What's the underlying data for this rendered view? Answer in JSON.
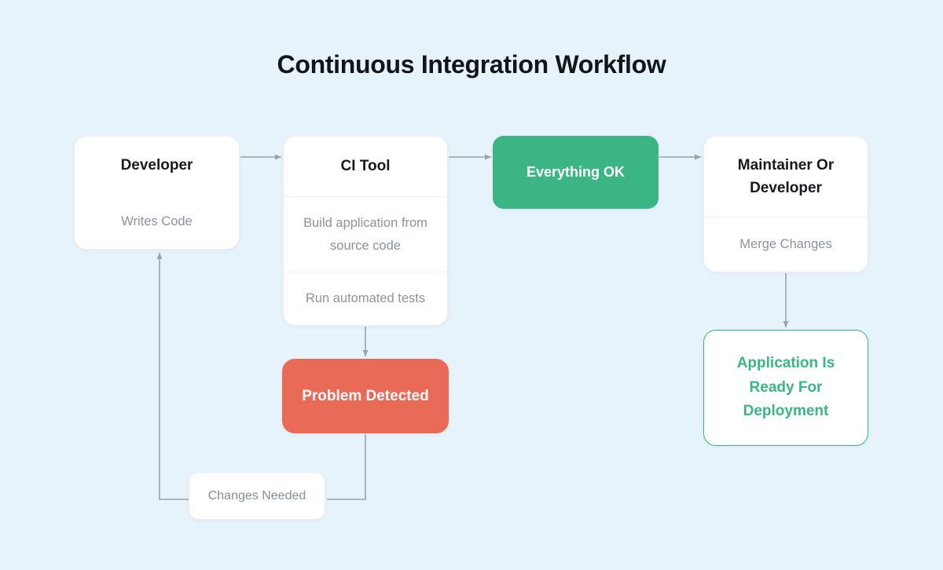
{
  "title": "Continuous Integration Workflow",
  "colors": {
    "background": "#e7f3fa",
    "node_background": "#ffffff",
    "node_border": "#e9edf0",
    "title_text": "#131619",
    "subtitle_text": "#8b949c",
    "accent_green": "#3cb585",
    "accent_red": "#e96a56",
    "connector_gray": "#94a3ad",
    "pill_text": "#ffffff"
  },
  "nodes": {
    "developer": {
      "title": "Developer",
      "subtitle": "Writes Code"
    },
    "ci_tool": {
      "title": "CI Tool",
      "step1": "Build application from source code",
      "step2": "Run automated tests"
    },
    "everything_ok": {
      "label": "Everything OK"
    },
    "maintainer": {
      "title": "Maintainer Or Developer",
      "subtitle": "Merge Changes"
    },
    "problem_detected": {
      "label": "Problem Detected"
    },
    "changes_needed": {
      "label": "Changes Needed"
    },
    "application_ready": {
      "label": "Application Is Ready For Deployment"
    }
  }
}
